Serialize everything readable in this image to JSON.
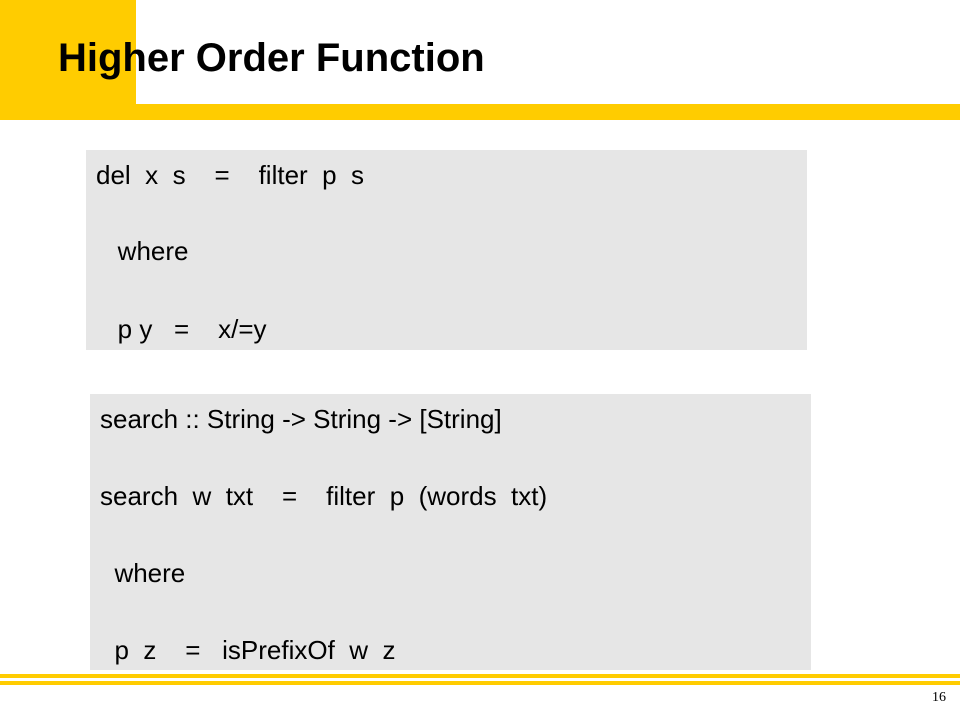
{
  "slide": {
    "title": "Higher Order Function",
    "page_number": "16"
  },
  "code_blocks": [
    {
      "lines": [
        "del  x  s    =    filter  p  s",
        "   where",
        "   p y   =    x/=y"
      ]
    },
    {
      "lines": [
        "search :: String -> String -> [String]",
        "search  w  txt    =    filter  p  (words  txt)",
        "  where",
        "  p  z    =   isPrefixOf  w  z"
      ]
    }
  ],
  "colors": {
    "accent": "#FFCC00",
    "code_background": "#E6E6E6",
    "text": "#000000"
  }
}
